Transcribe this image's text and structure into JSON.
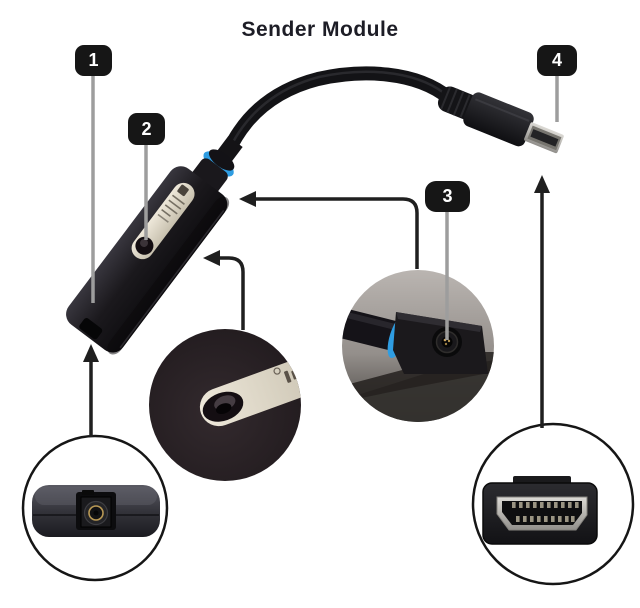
{
  "title": "Sender Module",
  "callouts": [
    {
      "label": "1",
      "target": "device-body"
    },
    {
      "label": "2",
      "target": "status-button-label"
    },
    {
      "label": "3",
      "target": "power-port"
    },
    {
      "label": "4",
      "target": "hdmi-plug"
    }
  ],
  "insets": [
    {
      "name": "device-end-port-closeup"
    },
    {
      "name": "label-button-closeup"
    },
    {
      "name": "power-port-blue-collar-closeup"
    },
    {
      "name": "hdmi-connector-face-closeup"
    }
  ],
  "colors": {
    "background": "#ffffff",
    "title_color": "#1d1d26",
    "badge_bg": "#161616",
    "badge_text": "#ffffff",
    "leader": "#9d9d9d",
    "arrow": "#1f1f1f",
    "circle_outline": "#161616",
    "blue_ring": "#2f9de2",
    "device_body": "#1b191d",
    "label_strip": "#cfc8b6",
    "metal": "#c6c4bf",
    "gold_pin": "#c8a25e"
  }
}
